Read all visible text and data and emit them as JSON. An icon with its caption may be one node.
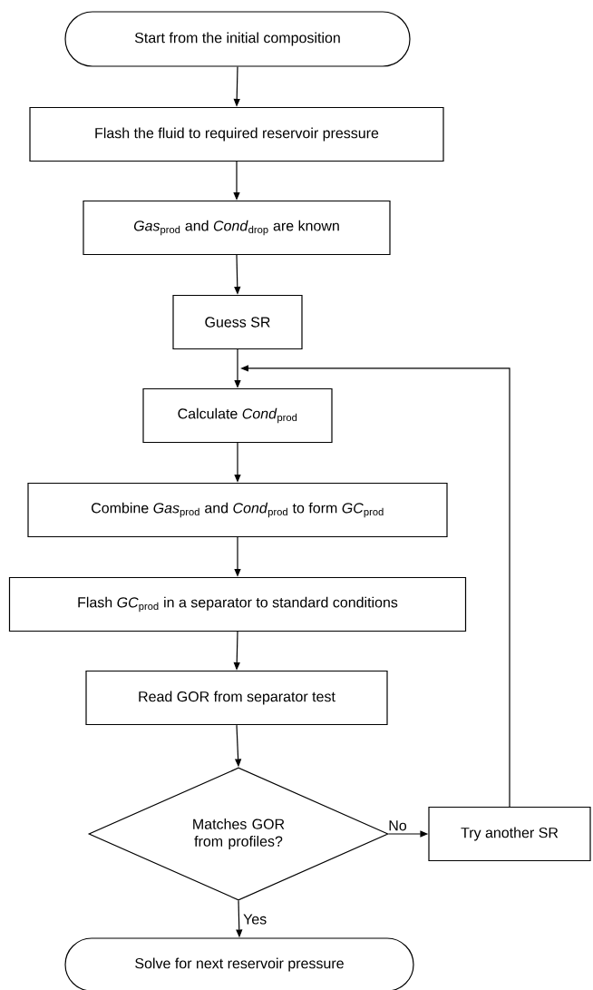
{
  "diagram": {
    "nodes": [
      {
        "text": [
          "Start from the initial composition"
        ]
      },
      {
        "text": [
          "Flash the fluid to required reservoir pressure"
        ]
      },
      {
        "text": [
          "*Gas*$_{prod}$ and *Cond*$_{drop}$ are known"
        ]
      },
      {
        "text": [
          "Guess SR"
        ]
      },
      {
        "text": [
          "Calculate *Cond*$_{prod}$"
        ]
      },
      {
        "text": [
          "Combine *Gas*$_{prod}$ and *Cond*$_{prod}$ to form *GC*$_{prod}$"
        ]
      },
      {
        "text": [
          "Flash *GC*$_{prod}$ in a separator to standard conditions"
        ]
      },
      {
        "text": [
          "Read GOR from separator test"
        ]
      },
      {
        "text": [
          "Matches GOR from profiles?"
        ]
      },
      {
        "text": [
          "Try another SR"
        ]
      },
      {
        "text": [
          "Solve for next reservoir pressure"
        ]
      }
    ],
    "edges": [
      {
        "from": 0,
        "to": 1,
        "arrow": "to"
      },
      {
        "from": 1,
        "to": 2,
        "arrow": "to"
      },
      {
        "from": 2,
        "to": 3,
        "arrow": "to"
      },
      {
        "from": 3,
        "to": 4,
        "arrow": "to"
      },
      {
        "from": 4,
        "to": 5,
        "arrow": "to"
      },
      {
        "from": 5,
        "to": 6,
        "arrow": "to"
      },
      {
        "from": 6,
        "to": 7,
        "arrow": "to"
      },
      {
        "from": 7,
        "to": 8,
        "arrow": "to"
      },
      {
        "from": 8,
        "to": 9,
        "arrow": "to",
        "label": "No"
      },
      {
        "from": 8,
        "to": 10,
        "arrow": "to",
        "label": "Yes"
      },
      {
        "from": 9,
        "to": 4,
        "arrow": "to"
      }
    ]
  }
}
